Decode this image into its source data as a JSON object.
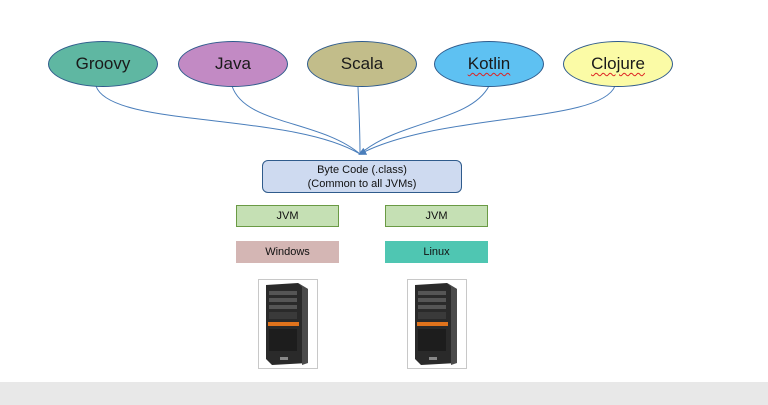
{
  "languages": [
    {
      "label": "Groovy",
      "color": "#5fb7a2"
    },
    {
      "label": "Java",
      "color": "#c28ac4"
    },
    {
      "label": "Scala",
      "color": "#c2bd8a"
    },
    {
      "label": "Kotlin",
      "color": "#5ec1f2"
    },
    {
      "label": "Clojure",
      "color": "#fbfba6"
    }
  ],
  "bytecode": {
    "line1": "Byte Code (.class)",
    "line2": "(Common to all JVMs)",
    "color": "#cedaf0"
  },
  "jvm": {
    "left_label": "JVM",
    "right_label": "JVM",
    "color": "#c5e0b4"
  },
  "os": {
    "windows": {
      "label": "Windows",
      "color": "#d4b6b4"
    },
    "linux": {
      "label": "Linux",
      "color": "#4fc6b2"
    }
  },
  "connector_color": "#4a7ebb"
}
